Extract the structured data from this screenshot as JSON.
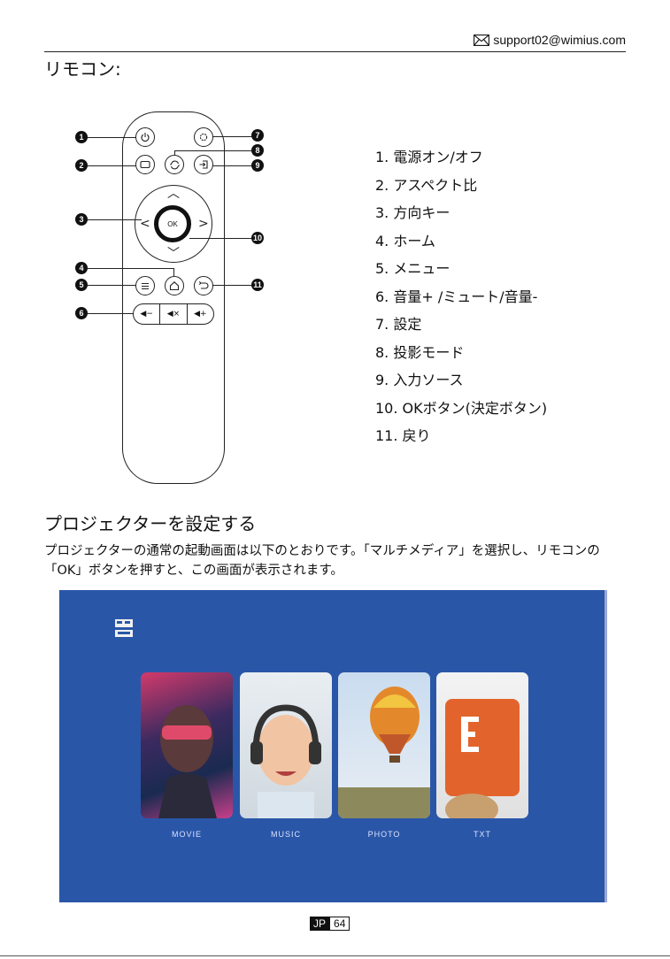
{
  "header": {
    "email": "support02@wimius.com"
  },
  "remote_section": {
    "title": "リモコン:"
  },
  "remote": {
    "ok_label": "OK",
    "callouts": [
      "1",
      "2",
      "3",
      "4",
      "5",
      "6",
      "7",
      "8",
      "9",
      "10",
      "11"
    ]
  },
  "legend": [
    "1. 電源オン/オフ",
    "2. アスペクト比",
    "3. 方向キー",
    "4. ホーム",
    "5. メニュー",
    "6. 音量+ /ミュート/音量-",
    "7. 設定",
    "8. 投影モード",
    "9. 入力ソース",
    "10. OKボタン(決定ボタン)",
    "11. 戻り"
  ],
  "setup": {
    "title": "プロジェクターを設定する",
    "paragraph": "プロジェクターの通常の起動画面は以下のとおりです。「マルチメディア」を選択し、リモコンの「OK」ボタンを押すと、この画面が表示されます。"
  },
  "screen": {
    "cards": [
      {
        "label": "MOVIE",
        "icon": "movie-thumbnail"
      },
      {
        "label": "MUSIC",
        "icon": "music-thumbnail"
      },
      {
        "label": "PHOTO",
        "icon": "photo-thumbnail"
      },
      {
        "label": "TXT",
        "icon": "text-thumbnail"
      }
    ],
    "background_color": "#2a56a8"
  },
  "footer": {
    "lang": "JP",
    "page": "64"
  }
}
